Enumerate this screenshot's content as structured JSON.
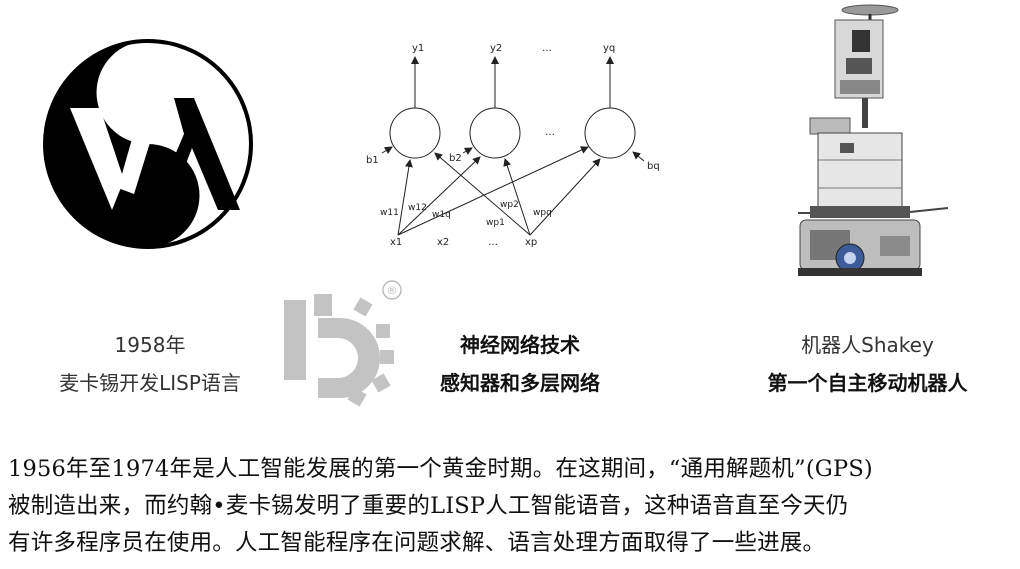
{
  "panels": [
    {
      "caption_line1": "1958年",
      "caption_line2": "麦卡锡开发LISP语言"
    },
    {
      "caption_line1": "神经网络技术",
      "caption_line2": "感知器和多层网络"
    },
    {
      "caption_line1": "机器人Shakey",
      "caption_line2": "第一个自主移动机器人"
    }
  ],
  "logo": {
    "name": "lisp-yin-yang-logo",
    "letters": "Yλ"
  },
  "watermark": {
    "name": "gear-watermark-logo",
    "symbol": "®"
  },
  "network": {
    "outputs": [
      "y1",
      "y2",
      "…",
      "yq"
    ],
    "biases": [
      "b1",
      "b2",
      "bq"
    ],
    "weights": [
      "w11",
      "w12",
      "w1q",
      "wp1",
      "wp2",
      "wpq"
    ],
    "inputs": [
      "x1",
      "x2",
      "…",
      "xp"
    ]
  },
  "paragraph": [
    "1956年至1974年是人工智能发展的第一个黄金时期。在这期间，“通用解题机”(GPS)",
    "被制造出来，而约翰•麦卡锡发明了重要的LISP人工智能语音，这种语音直至今天仍",
    "有许多程序员在使用。人工智能程序在问题求解、语言处理方面取得了一些进展。"
  ]
}
